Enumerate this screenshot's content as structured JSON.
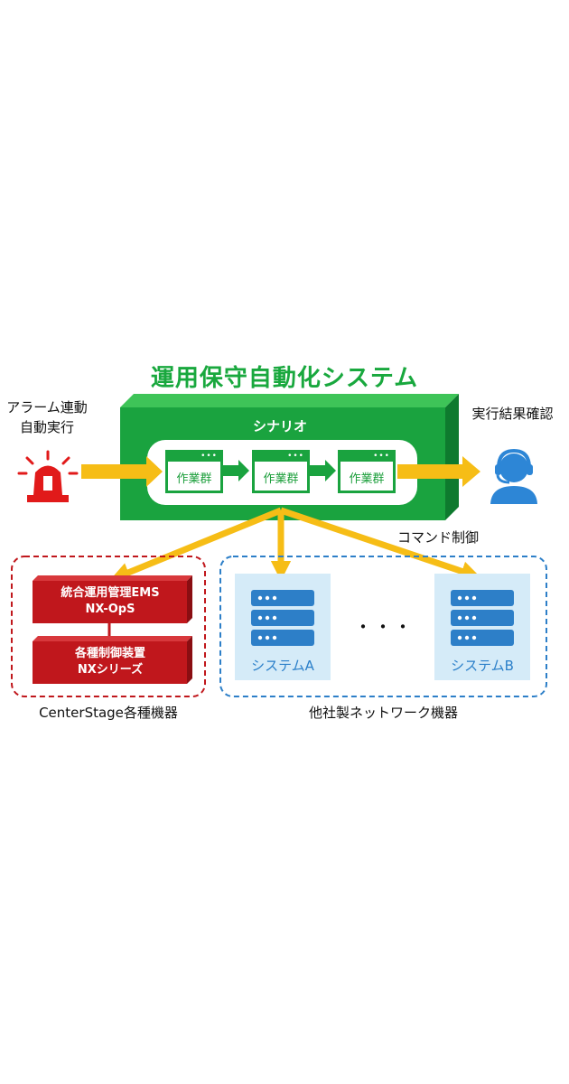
{
  "title": "運用保守自動化システム",
  "alarm": {
    "line1": "アラーム連動",
    "line2": "自動実行",
    "icon": "alarm-siren-icon"
  },
  "result": {
    "label": "実行結果確認",
    "icon": "operator-headset-icon"
  },
  "scenario": {
    "label": "シナリオ",
    "tasks": [
      "作業群",
      "作業群",
      "作業群"
    ]
  },
  "command_label": "コマンド制御",
  "centerstage": {
    "devices": [
      {
        "line1": "統合運用管理EMS",
        "line2": "NX-OpS"
      },
      {
        "line1": "各種制御装置",
        "line2": "NXシリーズ"
      }
    ],
    "caption": "CenterStage各種機器"
  },
  "thirdparty": {
    "systems": [
      "システムA",
      "システムB"
    ],
    "ellipsis": "・・・",
    "caption": "他社製ネットワーク機器"
  },
  "colors": {
    "green": "#1aa33f",
    "arrow_yellow": "#f6bd16",
    "device_red": "#c0171c",
    "blue_accent": "#2d7fc8",
    "system_bg": "#d5ebf8"
  }
}
